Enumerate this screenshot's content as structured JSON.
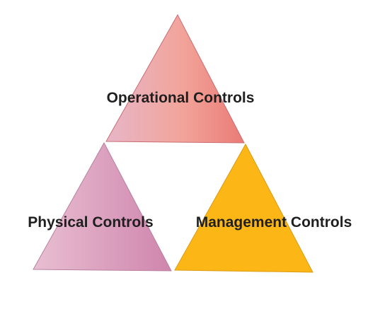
{
  "diagram": {
    "triangles": {
      "operational": {
        "label": "Operational Controls",
        "colors": {
          "light": "#e7b6c8",
          "mid": "#f2a49a",
          "dark": "#ea7b76",
          "stroke": "#c96c72"
        }
      },
      "physical": {
        "label": "Physical Controls",
        "colors": {
          "light": "#e9bfd2",
          "dark": "#cf85ad",
          "stroke": "#b97f9f"
        }
      },
      "management": {
        "label": "Management Controls",
        "colors": {
          "fill": "#fcb717",
          "stroke": "#d99a10"
        }
      }
    }
  }
}
